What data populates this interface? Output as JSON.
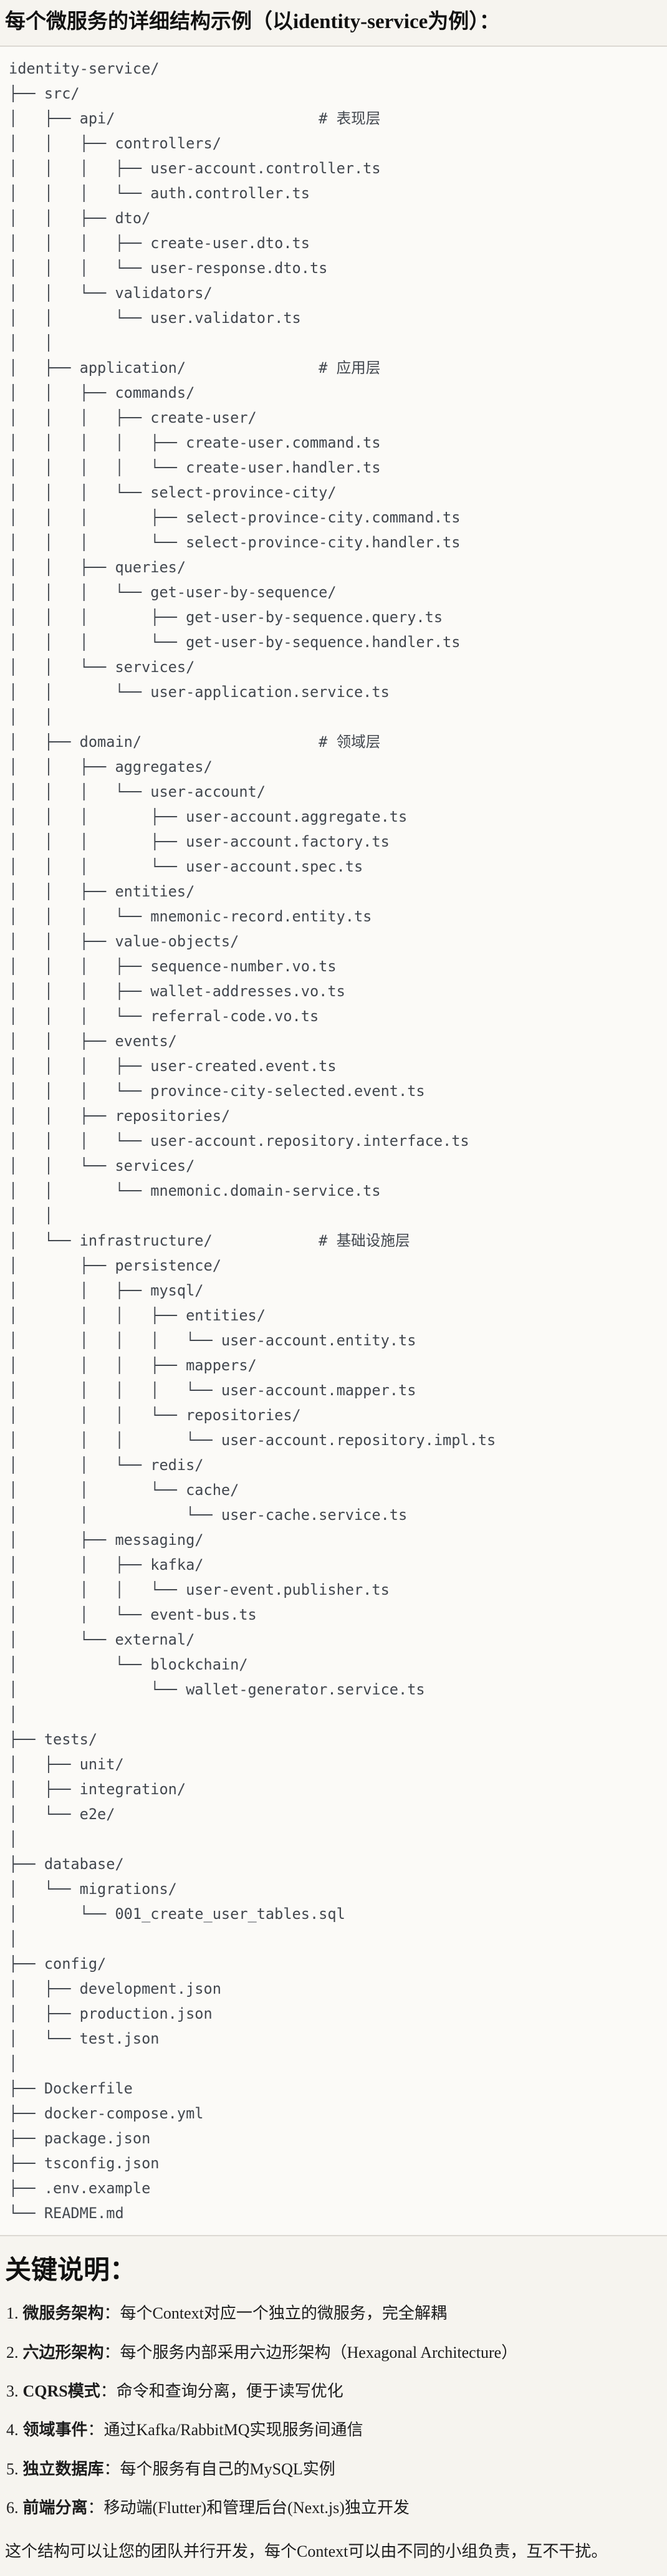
{
  "page": {
    "title": "每个微服务的详细结构示例（以identity-service为例）："
  },
  "colors": {
    "page_bg": "#f6f4ef",
    "code_bg": "#fbfaf7",
    "code_border": "#dcd9d3",
    "tree_text": "#42474e",
    "body_text": "#1d1d1d"
  },
  "tree": {
    "lines": [
      "identity-service/",
      "├── src/",
      "│   ├── api/                       # 表现层",
      "│   │   ├── controllers/",
      "│   │   │   ├── user-account.controller.ts",
      "│   │   │   └── auth.controller.ts",
      "│   │   ├── dto/",
      "│   │   │   ├── create-user.dto.ts",
      "│   │   │   └── user-response.dto.ts",
      "│   │   └── validators/",
      "│   │       └── user.validator.ts",
      "│   │",
      "│   ├── application/               # 应用层",
      "│   │   ├── commands/",
      "│   │   │   ├── create-user/",
      "│   │   │   │   ├── create-user.command.ts",
      "│   │   │   │   └── create-user.handler.ts",
      "│   │   │   └── select-province-city/",
      "│   │   │       ├── select-province-city.command.ts",
      "│   │   │       └── select-province-city.handler.ts",
      "│   │   ├── queries/",
      "│   │   │   └── get-user-by-sequence/",
      "│   │   │       ├── get-user-by-sequence.query.ts",
      "│   │   │       └── get-user-by-sequence.handler.ts",
      "│   │   └── services/",
      "│   │       └── user-application.service.ts",
      "│   │",
      "│   ├── domain/                    # 领域层",
      "│   │   ├── aggregates/",
      "│   │   │   └── user-account/",
      "│   │   │       ├── user-account.aggregate.ts",
      "│   │   │       ├── user-account.factory.ts",
      "│   │   │       └── user-account.spec.ts",
      "│   │   ├── entities/",
      "│   │   │   └── mnemonic-record.entity.ts",
      "│   │   ├── value-objects/",
      "│   │   │   ├── sequence-number.vo.ts",
      "│   │   │   ├── wallet-addresses.vo.ts",
      "│   │   │   └── referral-code.vo.ts",
      "│   │   ├── events/",
      "│   │   │   ├── user-created.event.ts",
      "│   │   │   └── province-city-selected.event.ts",
      "│   │   ├── repositories/",
      "│   │   │   └── user-account.repository.interface.ts",
      "│   │   └── services/",
      "│   │       └── mnemonic.domain-service.ts",
      "│   │",
      "│   └── infrastructure/            # 基础设施层",
      "│       ├── persistence/",
      "│       │   ├── mysql/",
      "│       │   │   ├── entities/",
      "│       │   │   │   └── user-account.entity.ts",
      "│       │   │   ├── mappers/",
      "│       │   │   │   └── user-account.mapper.ts",
      "│       │   │   └── repositories/",
      "│       │   │       └── user-account.repository.impl.ts",
      "│       │   └── redis/",
      "│       │       └── cache/",
      "│       │           └── user-cache.service.ts",
      "│       ├── messaging/",
      "│       │   ├── kafka/",
      "│       │   │   └── user-event.publisher.ts",
      "│       │   └── event-bus.ts",
      "│       └── external/",
      "│           └── blockchain/",
      "│               └── wallet-generator.service.ts",
      "│",
      "├── tests/",
      "│   ├── unit/",
      "│   ├── integration/",
      "│   └── e2e/",
      "│",
      "├── database/",
      "│   └── migrations/",
      "│       └── 001_create_user_tables.sql",
      "│",
      "├── config/",
      "│   ├── development.json",
      "│   ├── production.json",
      "│   └── test.json",
      "│",
      "├── Dockerfile",
      "├── docker-compose.yml",
      "├── package.json",
      "├── tsconfig.json",
      "├── .env.example",
      "└── README.md"
    ]
  },
  "notes": {
    "heading": "关键说明：",
    "items": [
      {
        "num": "1.",
        "term": "微服务架构",
        "sep": "：",
        "text": "每个Context对应一个独立的微服务，完全解耦"
      },
      {
        "num": "2.",
        "term": "六边形架构",
        "sep": "：",
        "text": "每个服务内部采用六边形架构（Hexagonal Architecture）"
      },
      {
        "num": "3.",
        "term": "CQRS模式",
        "sep": "：",
        "text": "命令和查询分离，便于读写优化"
      },
      {
        "num": "4.",
        "term": "领域事件",
        "sep": "：",
        "text": "通过Kafka/RabbitMQ实现服务间通信"
      },
      {
        "num": "5.",
        "term": "独立数据库",
        "sep": "：",
        "text": "每个服务有自己的MySQL实例"
      },
      {
        "num": "6.",
        "term": "前端分离",
        "sep": "：",
        "text": "移动端(Flutter)和管理后台(Next.js)独立开发"
      }
    ],
    "closing": "这个结构可以让您的团队并行开发，每个Context可以由不同的小组负责，互不干扰。"
  }
}
